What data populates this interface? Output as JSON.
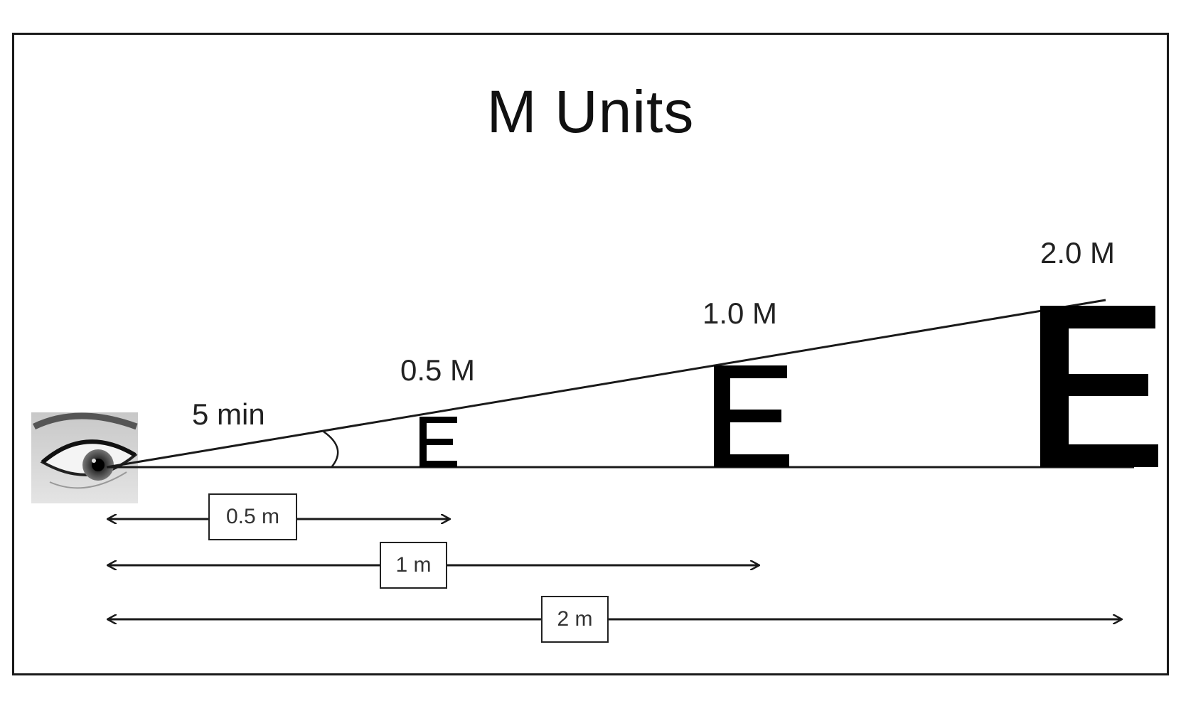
{
  "diagram": {
    "title": "M Units",
    "angle_label": "5 min",
    "letter_sizes": [
      {
        "label": "0.5 M",
        "glyph": "E"
      },
      {
        "label": "1.0 M",
        "glyph": "E"
      },
      {
        "label": "2.0 M",
        "glyph": "E"
      }
    ],
    "distances": [
      {
        "label": "0.5 m"
      },
      {
        "label": "1 m"
      },
      {
        "label": "2 m"
      }
    ],
    "icons": [
      "eye-icon"
    ],
    "colors": {
      "line": "#1a1a1a",
      "background": "#ffffff"
    }
  }
}
